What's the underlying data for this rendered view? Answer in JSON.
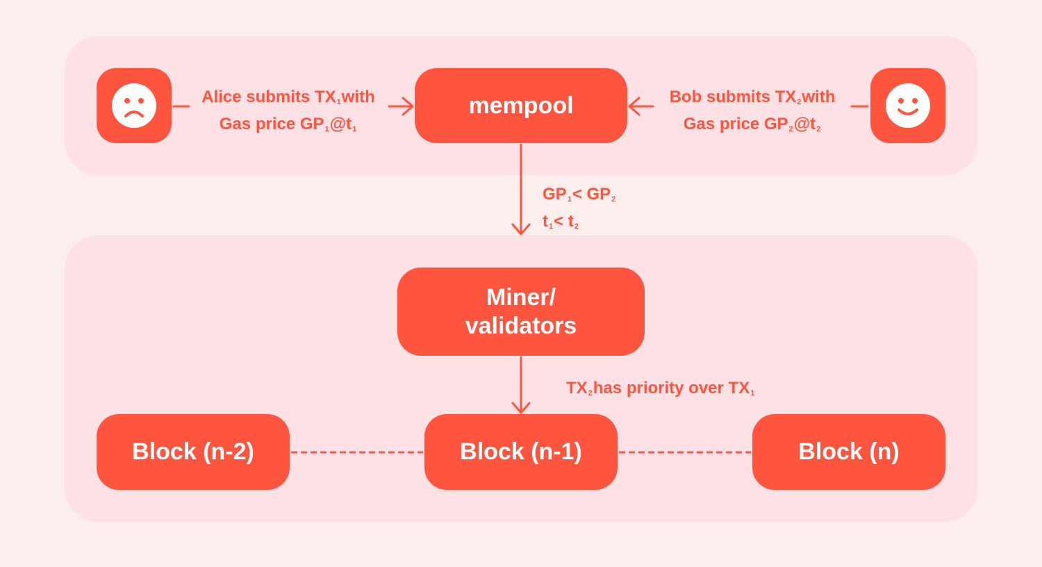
{
  "colors": {
    "accent": "#ff543e",
    "panel": "#fde1e4",
    "background": "#fdeeee"
  },
  "users": {
    "alice": {
      "icon": "sad-face-icon"
    },
    "bob": {
      "icon": "smile-face-icon"
    }
  },
  "nodes": {
    "mempool": "mempool",
    "miner_line1": "Miner/",
    "miner_line2": "validators",
    "block_n2": "Block (n-2)",
    "block_n1": "Block (n-1)",
    "block_n": "Block (n)"
  },
  "labels": {
    "alice_l1_a": "Alice submits TX",
    "alice_l1_sub": "1",
    "alice_l1_b": "with",
    "alice_l2_a": "Gas price GP",
    "alice_l2_sub1": "1",
    "alice_l2_b": "@t",
    "alice_l2_sub2": "1",
    "bob_l1_a": "Bob submits TX",
    "bob_l1_sub": "2",
    "bob_l1_b": "with",
    "bob_l2_a": "Gas price GP",
    "bob_l2_sub1": "2",
    "bob_l2_b": "@t",
    "bob_l2_sub2": "2",
    "cond1_a": "GP",
    "cond1_sub1": "1",
    "cond1_b": "< GP",
    "cond1_sub2": "2",
    "cond2_a": "t",
    "cond2_sub1": "1",
    "cond2_b": "< t",
    "cond2_sub2": "2",
    "priority_a": "TX",
    "priority_sub1": "2",
    "priority_b": "has priority over TX",
    "priority_sub2": "1"
  }
}
